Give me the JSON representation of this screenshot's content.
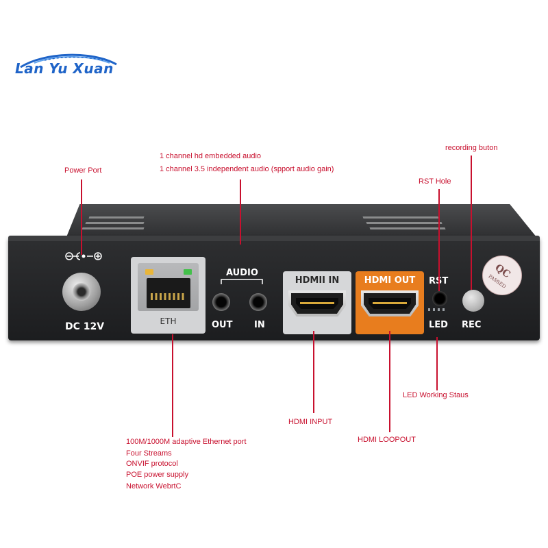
{
  "brand": {
    "logo_text": "Lan Yu Xuan",
    "color": "#1f64c8"
  },
  "device": {
    "dc_label": "DC 12V",
    "eth_label": "ETH",
    "audio_label": "AUDIO",
    "audio_out_label": "OUT",
    "audio_in_label": "IN",
    "hdmi_in_label": "HDMII IN",
    "hdmi_out_label": "HDMI OUT",
    "rst_label": "RST",
    "led_label": "LED",
    "rec_label": "REC",
    "qc_text": "QC",
    "qc_passed": "PASSED",
    "hdmi_out_color": "#e87d1e",
    "eth_led_green": "#43c04a",
    "eth_led_amber": "#e8b53a"
  },
  "callouts": {
    "power_port": "Power Port",
    "audio_line1": "1 channel hd embedded audio",
    "audio_line2": "1 channel 3.5 independent audio (spport audio gain)",
    "recording_button": "recording buton",
    "rst_hole": "RST Hole",
    "led_status": "LED Working Staus",
    "hdmi_input": "HDMI INPUT",
    "hdmi_loopout": "HDMI LOOPOUT",
    "ethernet": [
      "100M/1000M adaptive Ethernet port",
      "Four Streams",
      "ONVIF protocol",
      "POE power supply",
      "Network WebrtC"
    ],
    "line_color": "#c8102e"
  }
}
